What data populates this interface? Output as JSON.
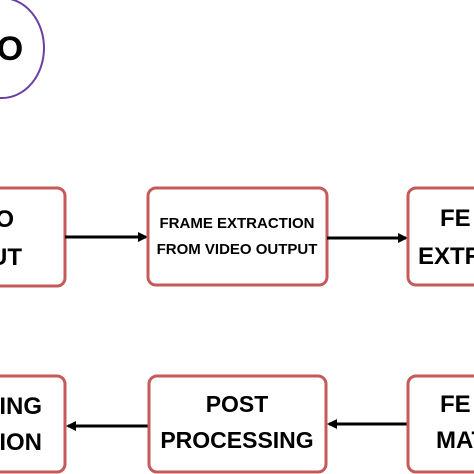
{
  "colors": {
    "box_stroke": "#c55a5a",
    "start_stroke": "#6a3fa0",
    "arrow": "#000000",
    "text": "#000000",
    "background": "#ffffff"
  },
  "start": {
    "label": "O"
  },
  "boxes": {
    "video_input": {
      "line1": "O",
      "line2": "UT"
    },
    "frame_extraction": {
      "line1": "FRAME EXTRACTION",
      "line2": "FROM VIDEO OUTPUT"
    },
    "feature_extraction": {
      "line1": "FE",
      "line2": "EXTR"
    },
    "feature_matching": {
      "line1": "FE",
      "line2": "MAT"
    },
    "post_processing": {
      "line1": "POST",
      "line2": "PROCESSING"
    },
    "output": {
      "line1": "ING",
      "line2": "ION"
    }
  }
}
